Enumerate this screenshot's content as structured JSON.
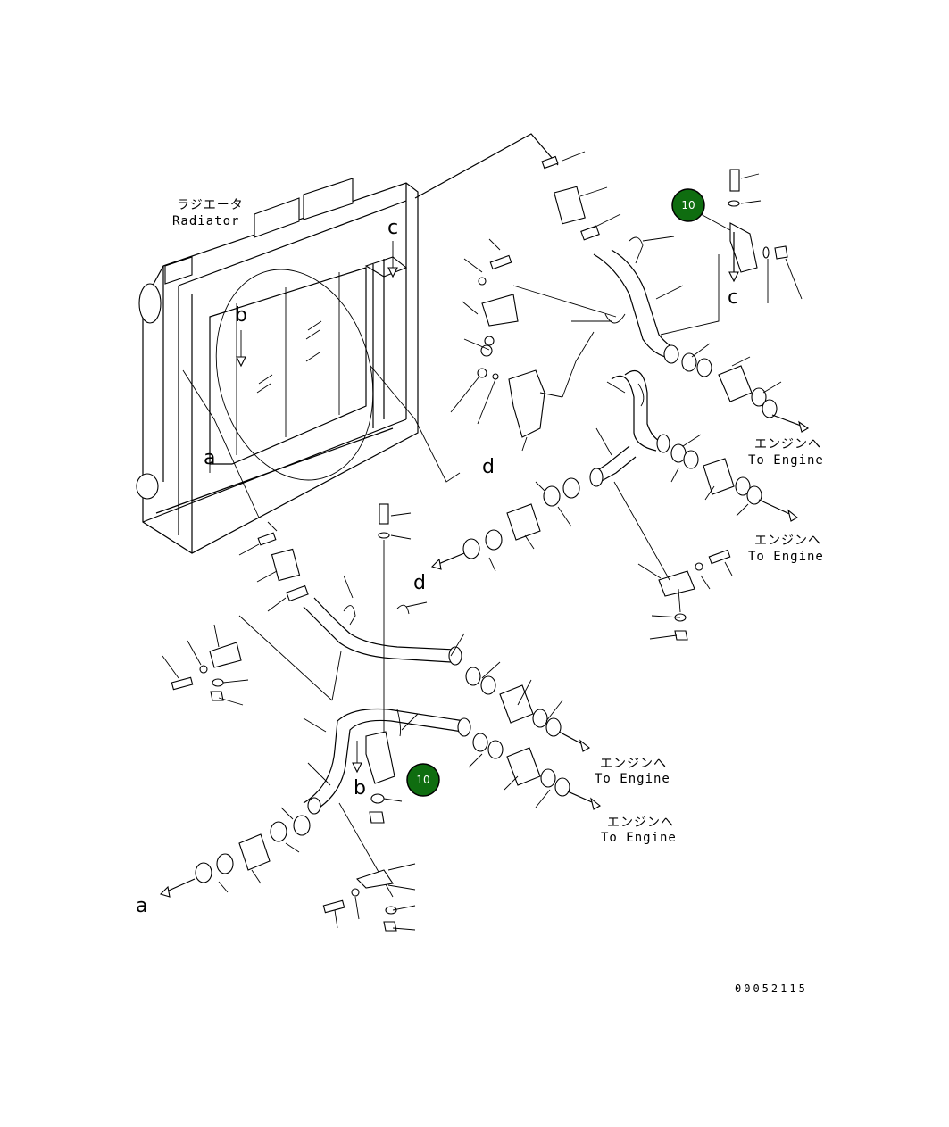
{
  "radiator": {
    "jp": "ラジエータ",
    "en": "Radiator"
  },
  "refs": {
    "a": "a",
    "b": "b",
    "c": "c",
    "d": "d"
  },
  "to_engine": [
    {
      "jp": "エンジンへ",
      "en": "To Engine"
    },
    {
      "jp": "エンジンへ",
      "en": "To Engine"
    },
    {
      "jp": "エンジンへ",
      "en": "To Engine"
    },
    {
      "jp": "エンジンへ",
      "en": "To Engine"
    }
  ],
  "callouts": [
    {
      "label": "10"
    },
    {
      "label": "10"
    }
  ],
  "drawing_number": "00052115",
  "colors": {
    "callout_fill": "#0f6d10",
    "line": "#000000"
  }
}
